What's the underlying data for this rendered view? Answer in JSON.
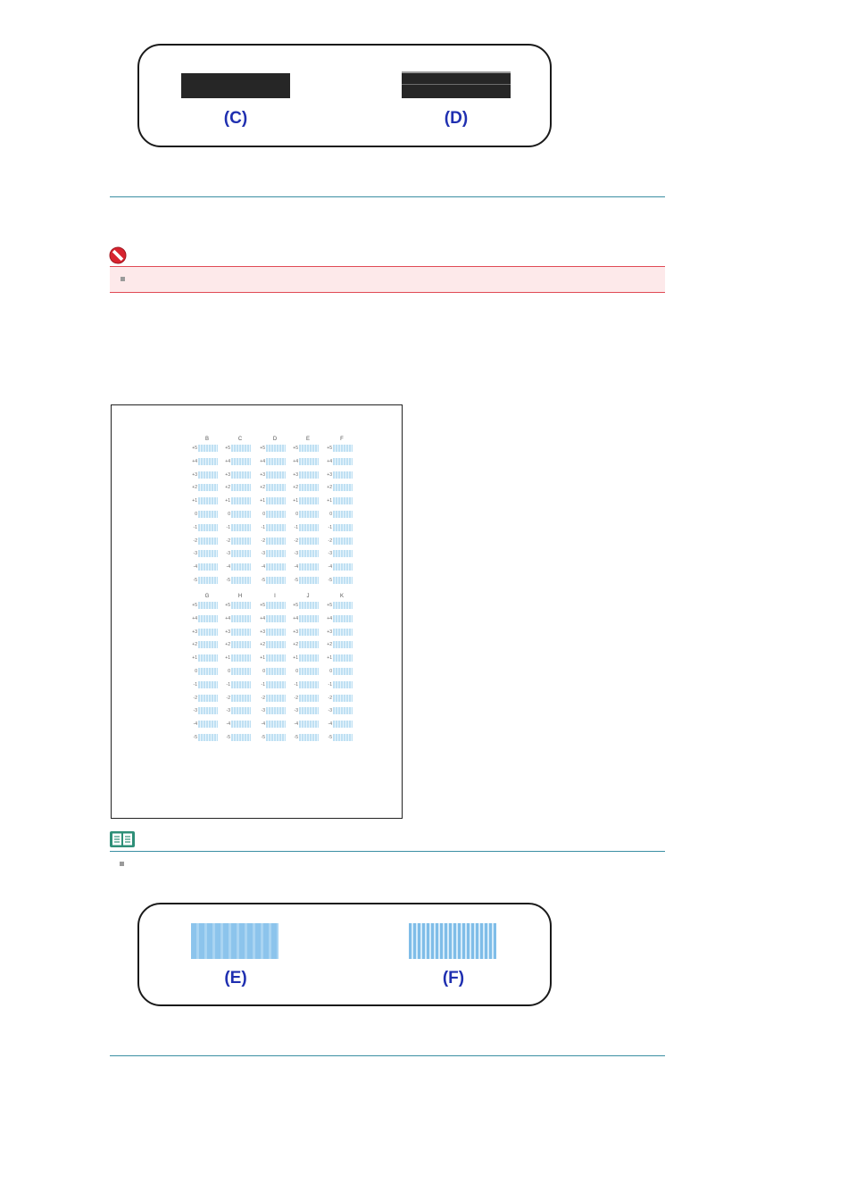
{
  "comparison_top": {
    "label_c": "(C)",
    "label_d": "(D)"
  },
  "comparison_bottom": {
    "label_e": "(E)",
    "label_f": "(F)"
  },
  "pattern_sheet": {
    "upper_group_headers": [
      "B",
      "C",
      "D",
      "E",
      "F"
    ],
    "lower_group_headers": [
      "G",
      "H",
      "I",
      "J",
      "K"
    ],
    "row_values": [
      "+5",
      "+4",
      "+3",
      "+2",
      "+1",
      "0",
      "-1",
      "-2",
      "-3",
      "-4",
      "-5"
    ]
  },
  "colors": {
    "label_blue": "#1f2fb0",
    "rule_teal": "#3b8fa3",
    "caution_red": "#e04a55",
    "caution_bg": "#fde9ea",
    "pattern_blue": "#8cc4ec"
  },
  "icons": {
    "caution": "prohibition-icon",
    "note": "book-icon"
  }
}
